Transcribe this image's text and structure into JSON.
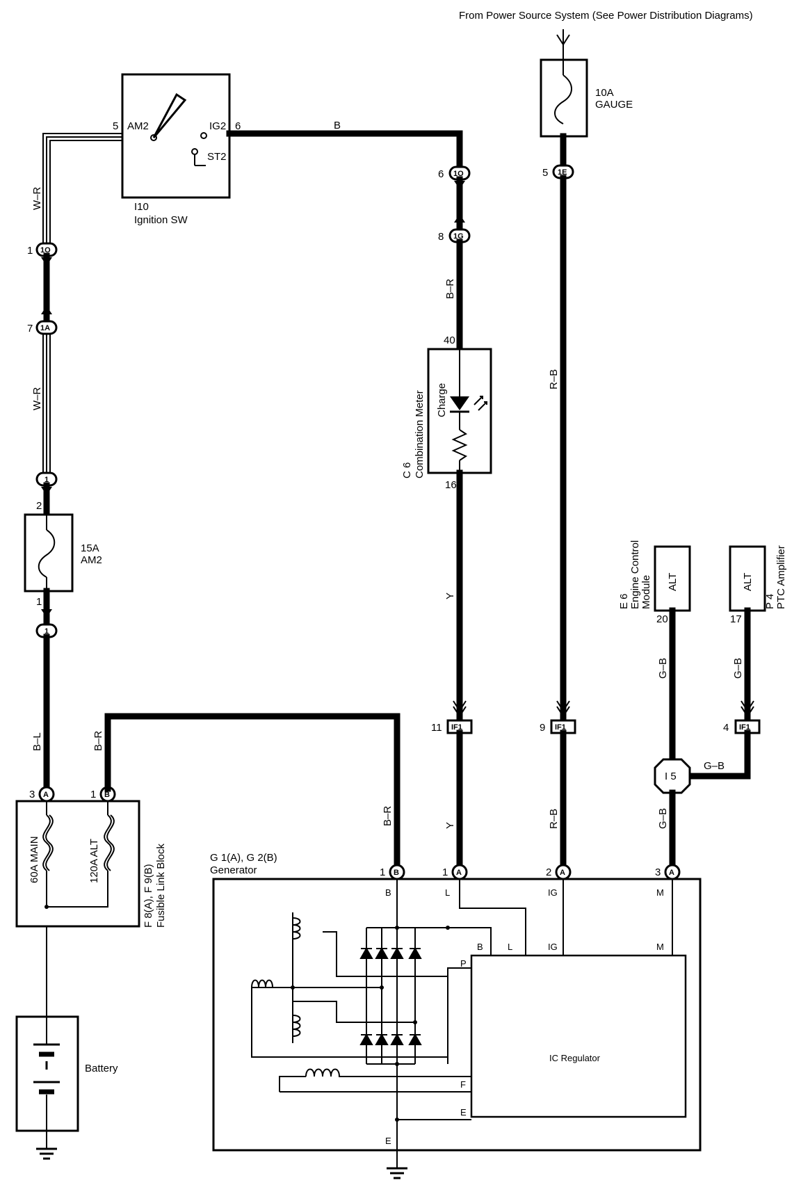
{
  "header": "From Power Source System (See Power Distribution Diagrams)",
  "wires": {
    "wr_top": "W–R",
    "wr_mid": "W–R",
    "b_top": "B",
    "br_meter": "B–R",
    "rb_top": "R–B",
    "y_top": "Y",
    "bl": "B–L",
    "br_left": "B–R",
    "br_gen": "B–R",
    "y_gen": "Y",
    "rb_gen": "R–B",
    "gb_ecm": "G–B",
    "gb_ptc": "G–B",
    "gb_joint": "G–B",
    "gb_gen": "G–B"
  },
  "fuses": {
    "gauge": {
      "amps": "10A",
      "name": "GAUGE"
    },
    "am2": {
      "amps": "15A",
      "name": "AM2"
    },
    "main": "60A MAIN",
    "alt": "120A ALT"
  },
  "ignition": {
    "code": "I10",
    "name": "Ignition SW",
    "am2": "AM2",
    "ig2": "IG2",
    "st2": "ST2",
    "pin_am2": "5",
    "pin_ig2": "6"
  },
  "connectors": {
    "c1o_left": {
      "pin": "1",
      "id": "1O"
    },
    "c1a": {
      "pin": "7",
      "id": "1A"
    },
    "c1_up": {
      "pin": "2",
      "id": "1"
    },
    "c1_down": {
      "pin": "1",
      "id": "1"
    },
    "c1o_right": {
      "pin": "6",
      "id": "1O"
    },
    "c1g": {
      "pin": "8",
      "id": "1G"
    },
    "c1e": {
      "pin": "5",
      "id": "1E"
    },
    "if1_y": {
      "pin": "11",
      "id": "IF1"
    },
    "if1_rb": {
      "pin": "9",
      "id": "IF1"
    },
    "if1_gb": {
      "pin": "4",
      "id": "IF1"
    },
    "fl_a": {
      "pin": "3",
      "id": "A"
    },
    "fl_b": {
      "pin": "1",
      "id": "B"
    },
    "gen_b": {
      "pin": "1",
      "id": "B"
    },
    "gen_l": {
      "pin": "1",
      "id": "A"
    },
    "gen_ig": {
      "pin": "2",
      "id": "A"
    },
    "gen_m": {
      "pin": "3",
      "id": "A"
    },
    "fuse_am2_top_pin": "2",
    "fuse_am2_bot_pin": "1"
  },
  "meter": {
    "code": "C 6",
    "name": "Combination Meter",
    "lamp": "Charge",
    "pin_top": "40",
    "pin_bottom": "16"
  },
  "ecm": {
    "code": "E 6",
    "name1": "Engine Control",
    "name2": "Module",
    "terminal": "ALT",
    "pin": "20"
  },
  "ptc": {
    "code": "P 4",
    "name": "PTC Amplifier",
    "terminal": "ALT",
    "pin": "17"
  },
  "junction": {
    "id": "I 5"
  },
  "fusible_link": {
    "code": "F 8(A), F 9(B)",
    "name": "Fusible Link Block"
  },
  "battery": {
    "name": "Battery"
  },
  "generator": {
    "code": "G 1(A), G 2(B)",
    "name": "Generator",
    "term_b": "B",
    "term_l": "L",
    "term_ig": "IG",
    "term_m": "M",
    "term_e": "E",
    "reg_b": "B",
    "reg_l": "L",
    "reg_ig": "IG",
    "reg_m": "M",
    "reg_p": "P",
    "reg_f": "F",
    "reg_e": "E",
    "regulator": "IC Regulator"
  }
}
